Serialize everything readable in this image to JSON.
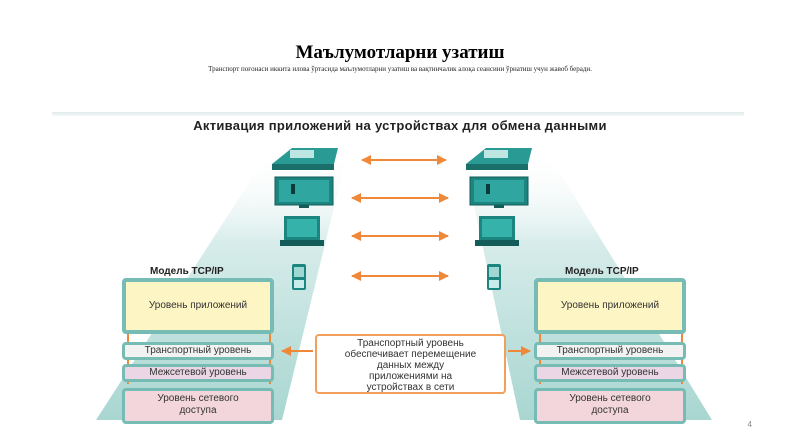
{
  "slide": {
    "title": "Маълумотларни узатиш",
    "subtitle": "Транспорт поғонаси иккита илова ўртасида маълумотларни узатиш ва вақтинчалик алоқа сеансини ўрнатиш учун жавоб беради.",
    "page_number": "4"
  },
  "diagram": {
    "title": "Активация приложений на устройствах для обмена данными",
    "model_label": "Модель TCP/IP",
    "layers": {
      "application": "Уровень приложений",
      "transport": "Транспортный уровень",
      "internet": "Межсетевой уровень",
      "network_access": [
        "Уровень сетевого",
        "доступа"
      ]
    },
    "callout": [
      "Транспортный уровень",
      "обеспечивает перемещение",
      "данных между",
      "приложениями на",
      "устройствах в сети"
    ],
    "devices": [
      "ip-phone",
      "video-display",
      "computer",
      "mobile-phone"
    ],
    "colors": {
      "teal": "#76bcb5",
      "arrow": "#f0883a",
      "application_fill": "#fdf5c4",
      "internet_fill": "#ead6e4",
      "network_fill": "#f3d6dc"
    }
  }
}
